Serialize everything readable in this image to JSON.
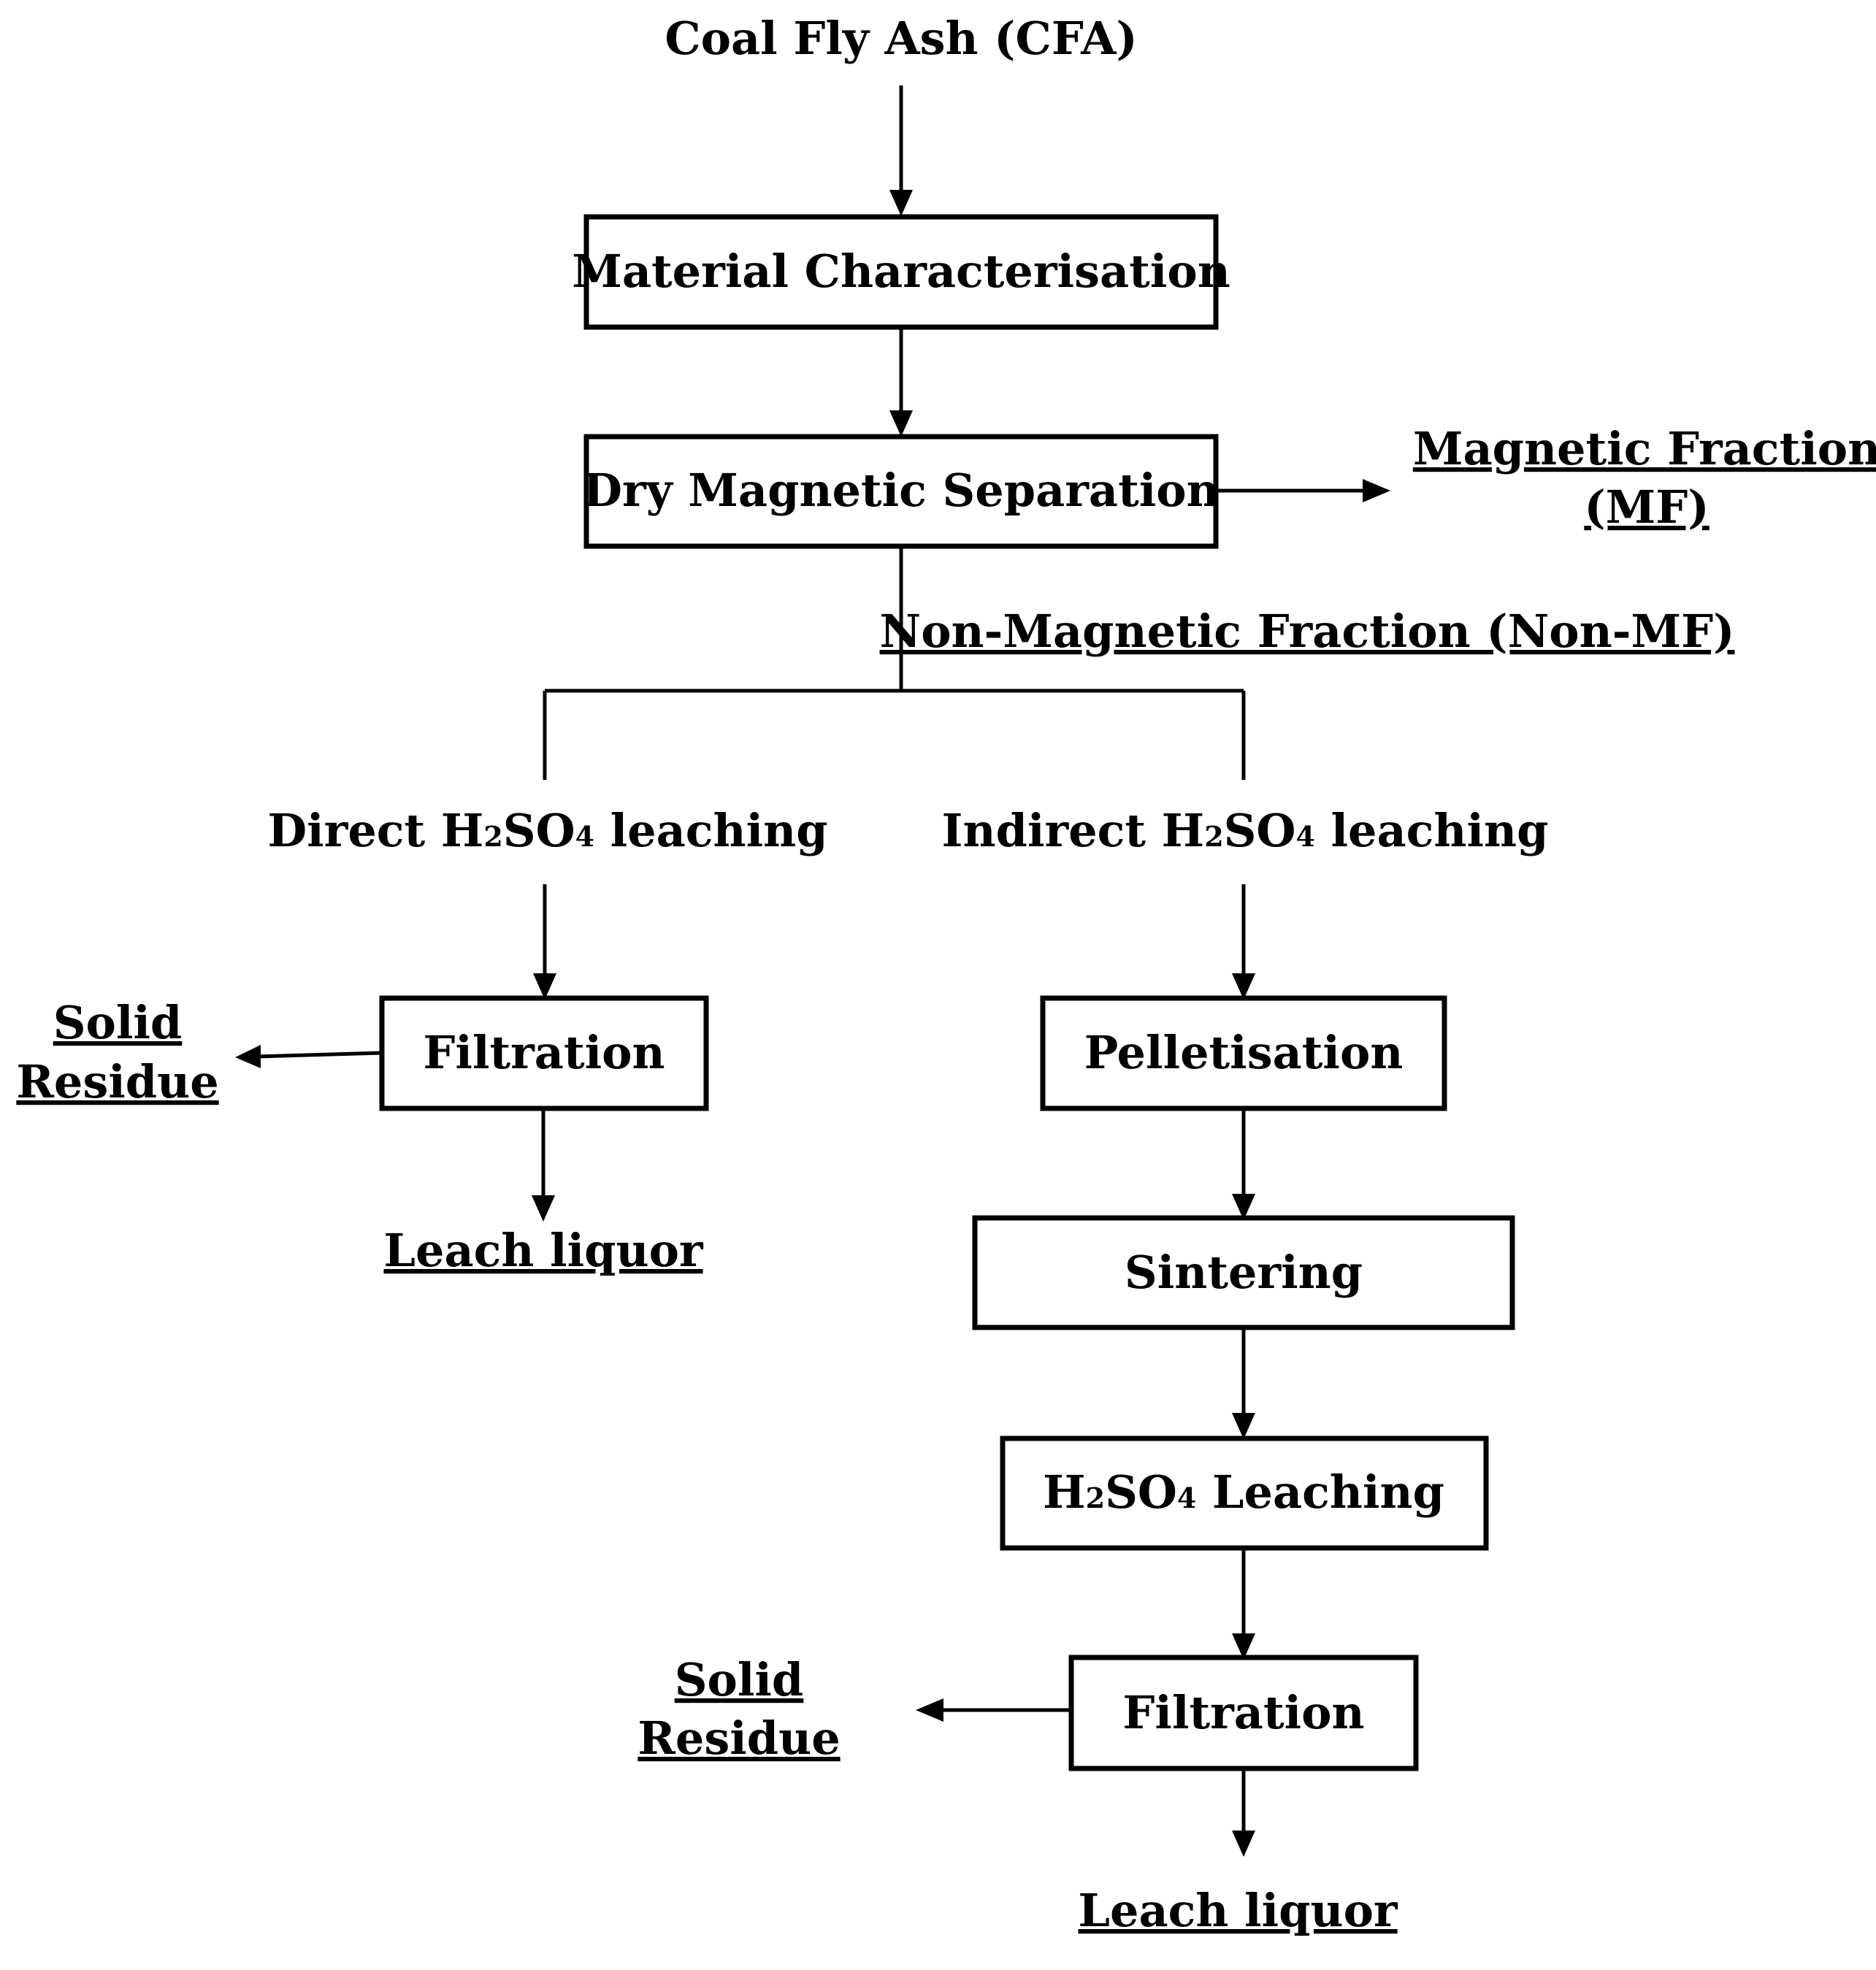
{
  "flowchart": {
    "source": "Coal Fly Ash (CFA)",
    "steps": {
      "characterisation": "Material Characterisation",
      "magnetic_separation": "Dry Magnetic Separation",
      "filtration_direct": "Filtration",
      "pelletisation": "Pelletisation",
      "sintering": "Sintering",
      "leaching": {
        "h": "H",
        "sub1": "2",
        "so": "SO",
        "sub2": "4",
        "rest": " Leaching"
      },
      "filtration_indirect": "Filtration"
    },
    "outputs": {
      "magnetic_fraction_line1": "Magnetic Fraction",
      "magnetic_fraction_line2": "(MF)",
      "non_magnetic_fraction": "Non-Magnetic Fraction (Non-MF)",
      "solid_residue_direct_line1": "Solid",
      "solid_residue_direct_line2": "Residue",
      "leach_liquor_direct": "Leach liquor",
      "solid_residue_indirect_line1": "Solid",
      "solid_residue_indirect_line2": "Residue",
      "leach_liquor_indirect": "Leach liquor"
    },
    "routes": {
      "direct": {
        "pre": "Direct H",
        "sub1": "2",
        "so": "SO",
        "sub2": "4",
        "post": " leaching"
      },
      "indirect": {
        "pre": "Indirect H",
        "sub1": "2",
        "so": "SO",
        "sub2": "4",
        "post": " leaching"
      }
    }
  }
}
